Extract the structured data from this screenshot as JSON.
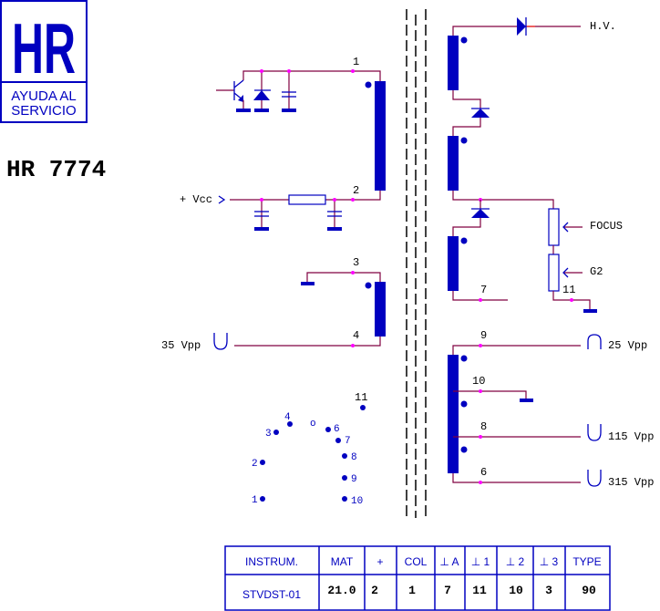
{
  "logo": {
    "brand": "HR",
    "line1": "AYUDA AL",
    "line2": "SERVICIO"
  },
  "model": "HR 7774",
  "primary": {
    "pin1": "1",
    "pin2": "2",
    "vcc_label": "+ Vcc",
    "pin3": "3",
    "pin4": "4",
    "input_label": "35 Vpp"
  },
  "secondary": {
    "hv_label": "H.V.",
    "focus_label": "FOCUS",
    "g2_label": "G2",
    "pin7": "7",
    "pin11": "11",
    "pin9": "9",
    "pin10": "10",
    "pin8": "8",
    "pin6": "6",
    "out9_label": "25 Vpp",
    "out8_label": "115 Vpp",
    "out6_label": "315 Vpp"
  },
  "pinout": {
    "labels": [
      "1",
      "2",
      "3",
      "4",
      "o",
      "6",
      "7",
      "8",
      "9",
      "10",
      "11"
    ]
  },
  "table": {
    "headers": [
      "INSTRUM.",
      "MAT",
      "+",
      "COL",
      "⊥ A",
      "⊥ 1",
      "⊥ 2",
      "⊥ 3",
      "TYPE"
    ],
    "row": [
      "STVDST-01",
      "21.0",
      "2",
      "1",
      "7",
      "11",
      "10",
      "3",
      "90"
    ]
  },
  "colors": {
    "symbol": "#0000c0",
    "wire": "#800040",
    "junction": "#ff00ff"
  }
}
